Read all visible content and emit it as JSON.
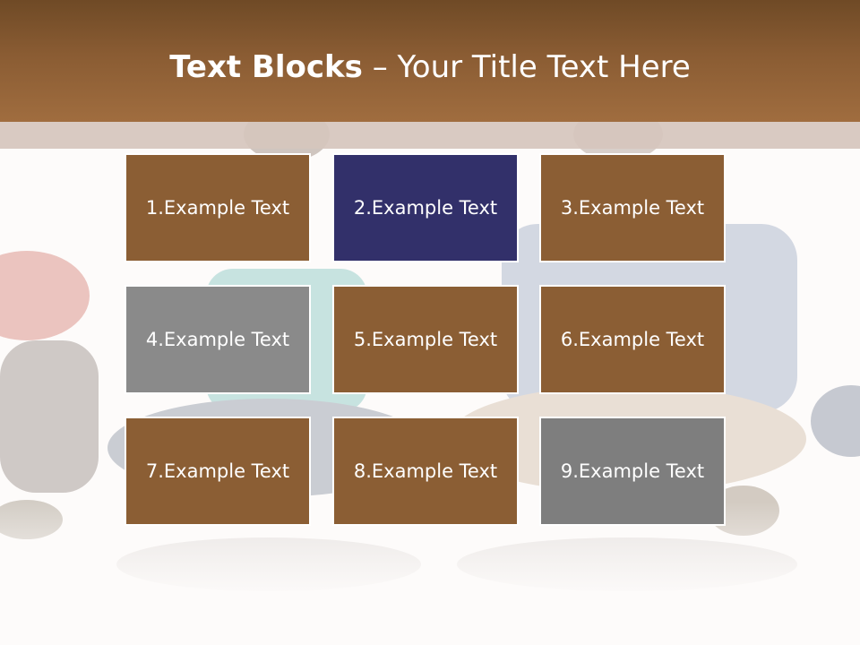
{
  "title": {
    "bold": "Text Blocks",
    "dash": " – ",
    "light": "Your Title Text Here"
  },
  "colors": {
    "header_top": "#6f4a26",
    "header_bottom": "#a06d3f",
    "block_brown": "#8b5e34",
    "block_navy": "#32306a",
    "block_gray_light": "#8a8a8a",
    "block_gray_dark": "#7e7e7e"
  },
  "blocks": [
    {
      "label": "1.Example Text",
      "color": "#8b5e34"
    },
    {
      "label": "2.Example Text",
      "color": "#32306a"
    },
    {
      "label": "3.Example Text",
      "color": "#8b5e34"
    },
    {
      "label": "4.Example Text",
      "color": "#8a8a8a"
    },
    {
      "label": "5.Example Text",
      "color": "#8b5e34"
    },
    {
      "label": "6.Example Text",
      "color": "#8b5e34"
    },
    {
      "label": "7.Example Text",
      "color": "#8b5e34"
    },
    {
      "label": "8.Example Text",
      "color": "#8b5e34"
    },
    {
      "label": "9.Example Text",
      "color": "#7e7e7e"
    }
  ]
}
